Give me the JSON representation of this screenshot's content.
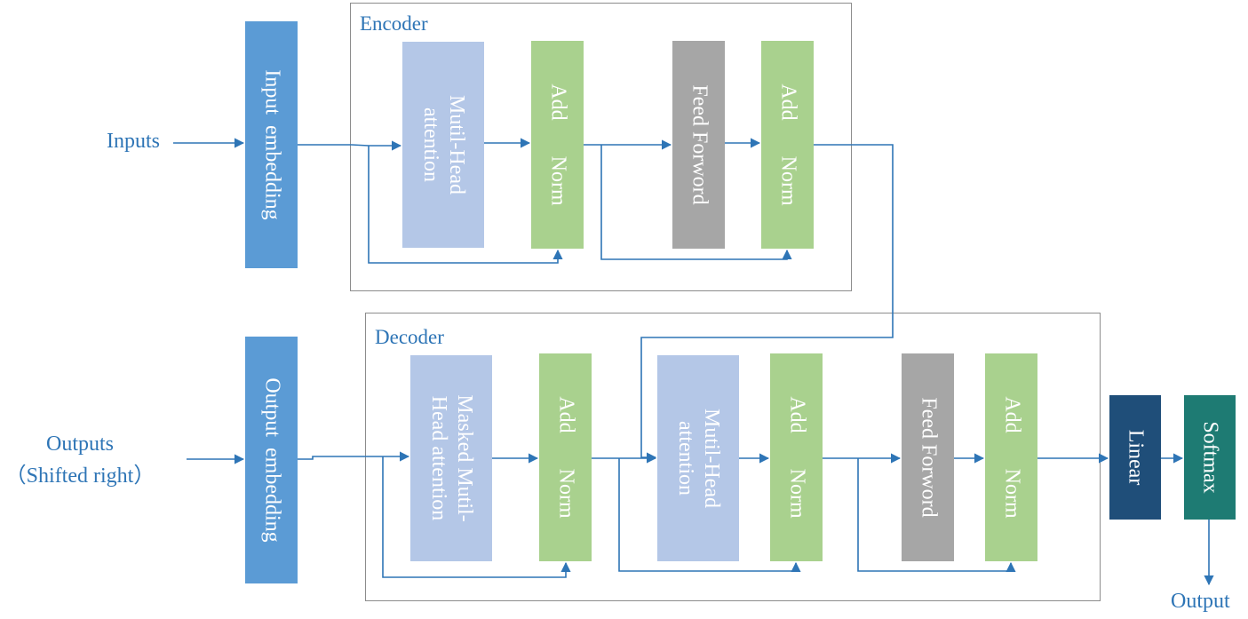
{
  "encoder": {
    "title": "Encoder",
    "attention": [
      "Mutil-Head",
      "attention"
    ],
    "addnorm1": [
      "Add",
      "Norm"
    ],
    "feed": "Feed Forword",
    "addnorm2": [
      "Add",
      "Norm"
    ]
  },
  "decoder": {
    "title": "Decoder",
    "masked": [
      "Masked Mutil-",
      "Head attention"
    ],
    "addnorm1": [
      "Add",
      "Norm"
    ],
    "attention": [
      "Mutil-Head",
      "attention"
    ],
    "addnorm2": [
      "Add",
      "Norm"
    ],
    "feed": "Feed Forword",
    "addnorm3": [
      "Add",
      "Norm"
    ]
  },
  "inputs_label": "Inputs",
  "input_embedding": "Input  embedding",
  "outputs_label": [
    "Outputs",
    "（Shifted right）"
  ],
  "output_embedding": "Output  embedding",
  "linear": "Linear",
  "softmax": "Softmax",
  "output_label": "Output",
  "colors": {
    "embedding": "#5b9bd5",
    "attention": "#b4c7e7",
    "addnorm": "#a9d18e",
    "feed": "#a6a6a6",
    "linear": "#1f4e79",
    "softmax": "#1e7b73",
    "arrow": "#2e75b6",
    "text": "#2e75b6"
  }
}
